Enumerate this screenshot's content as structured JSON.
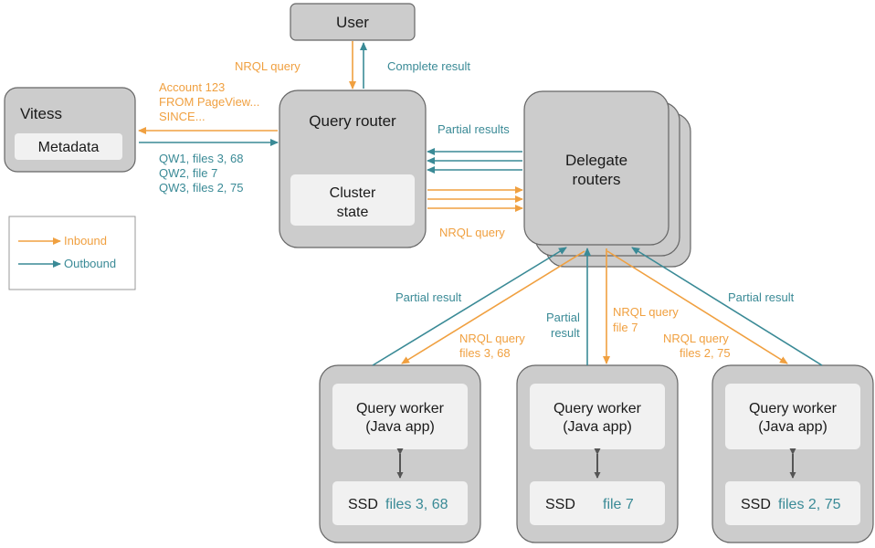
{
  "colors": {
    "inbound": "#f0a040",
    "outbound": "#3a8a96",
    "box": "#cccccc",
    "inner": "#f1f1f1",
    "border": "#666666"
  },
  "nodes": {
    "user": "User",
    "vitess": "Vitess",
    "metadata": "Metadata",
    "query_router": "Query router",
    "cluster_state": [
      "Cluster",
      "state"
    ],
    "delegate_routers": [
      "Delegate",
      "routers"
    ],
    "worker_title": [
      "Query worker",
      "(Java app)"
    ],
    "ssd": "SSD",
    "worker_files": [
      "files 3, 68",
      "file 7",
      "files 2, 75"
    ]
  },
  "labels": {
    "nrql_query_top": "NRQL query",
    "complete_result": "Complete result",
    "account_query": [
      "Account 123",
      "FROM PageView...",
      "SINCE..."
    ],
    "qw_list": [
      "QW1, files 3, 68",
      "QW2, file 7",
      "QW3, files 2, 75"
    ],
    "partial_results": "Partial results",
    "nrql_query_mid": "NRQL query",
    "partial_result_left": "Partial result",
    "nrql_left": [
      "NRQL query",
      "files 3, 68"
    ],
    "partial_result_mid": [
      "Partial",
      "result"
    ],
    "nrql_mid": [
      "NRQL query",
      "file 7"
    ],
    "nrql_right": [
      "NRQL query",
      "files 2, 75"
    ],
    "partial_result_right": "Partial result"
  },
  "legend": {
    "inbound": "Inbound",
    "outbound": "Outbound"
  }
}
